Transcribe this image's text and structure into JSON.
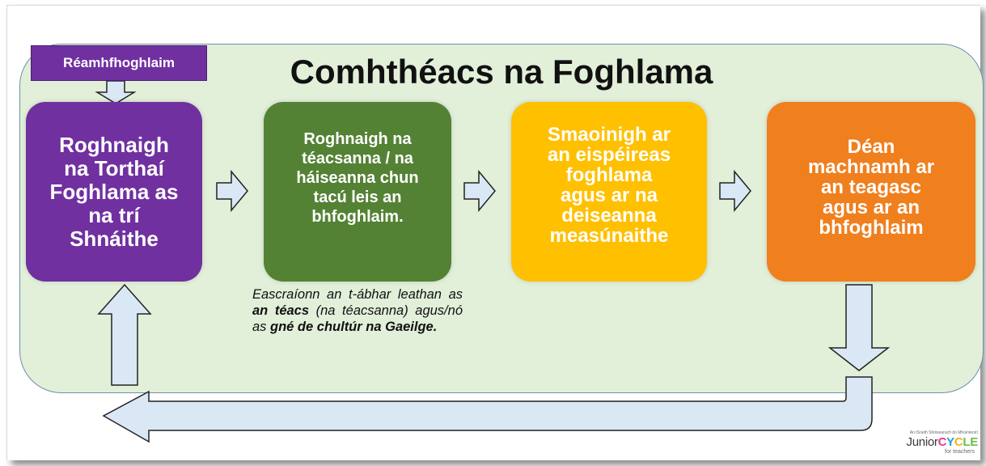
{
  "title": "Comhthéacs na Foghlama",
  "pre_label": "Réamhfhoghlaim",
  "stages": [
    {
      "lines": [
        "Roghnaigh",
        "na Torthaí",
        "Foghlama as",
        "na trí",
        "Shnáithe"
      ],
      "color": "#7030a0"
    },
    {
      "lines": [
        "Roghnaigh na",
        "téacsanna / na",
        "háiseanna chun",
        "tacú leis an",
        "bhfoghlaim."
      ],
      "color": "#548235"
    },
    {
      "lines": [
        "Smaoinigh ar",
        "an eispéireas",
        "foghlama",
        "agus ar na",
        "deiseanna",
        "measúnaithe"
      ],
      "color": "#ffc000"
    },
    {
      "lines": [
        "Déan",
        "machnamh ar",
        "an teagasc",
        "agus ar an",
        "bhfoghlaim"
      ],
      "color": "#f07f1e"
    }
  ],
  "note": {
    "part1": "Eascraíonn an t-ábhar leathan as ",
    "bold1": "an téacs",
    "part2": " (na téacsanna) agus/nó as ",
    "bold2": "gné de chultúr na Gaeilge."
  },
  "logo": {
    "subtitle": "An tSraith Shóisearach do Mhúinteoirí",
    "word1": "Junior",
    "word2_letters": [
      "C",
      "Y",
      "C",
      "LE"
    ],
    "tagline": "for teachers"
  },
  "colors": {
    "panel_background": "#e2efd9",
    "arrow_fill": "#dae8f5",
    "arrow_stroke": "#222222"
  }
}
